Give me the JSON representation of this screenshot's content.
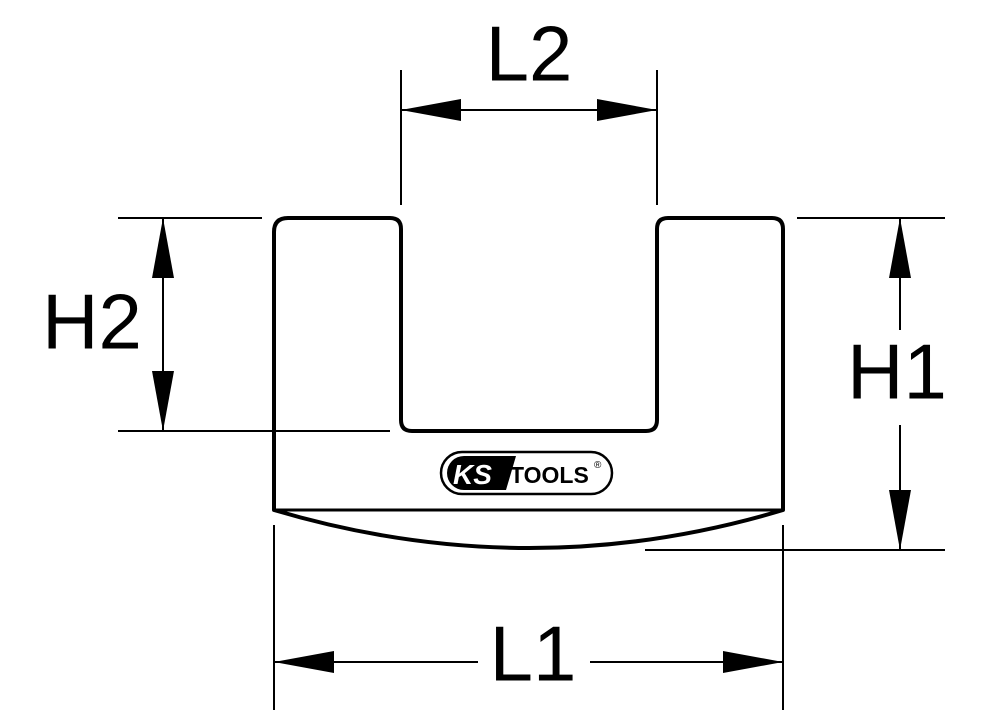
{
  "dimensions": {
    "l1": "L1",
    "l2": "L2",
    "h1": "H1",
    "h2": "H2"
  },
  "logo": {
    "brand_left": "KS",
    "brand_right": "TOOLS",
    "registered": "®"
  },
  "colors": {
    "line": "#000000",
    "background": "#ffffff"
  }
}
